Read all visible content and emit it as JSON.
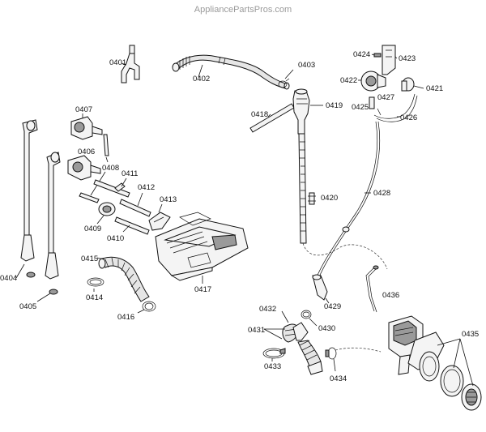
{
  "watermark": "AppliancePartsPros.com",
  "labels": {
    "p0401": "0401",
    "p0402": "0402",
    "p0403": "0403",
    "p0404": "0404",
    "p0405": "0405",
    "p0406": "0406",
    "p0407": "0407",
    "p0408": "0408",
    "p0409": "0409",
    "p0410": "0410",
    "p0411": "0411",
    "p0412": "0412",
    "p0413": "0413",
    "p0414": "0414",
    "p0415": "0415",
    "p0416": "0416",
    "p0417": "0417",
    "p0418": "0418",
    "p0419": "0419",
    "p0420": "0420",
    "p0421": "0421",
    "p0422": "0422",
    "p0423": "0423",
    "p0424": "0424",
    "p0425": "0425",
    "p0426": "0426",
    "p0427": "0427",
    "p0428": "0428",
    "p0429": "0429",
    "p0430": "0430",
    "p0431": "0431",
    "p0432": "0432",
    "p0433": "0433",
    "p0434": "0434",
    "p0435": "0435",
    "p0436": "0436"
  }
}
